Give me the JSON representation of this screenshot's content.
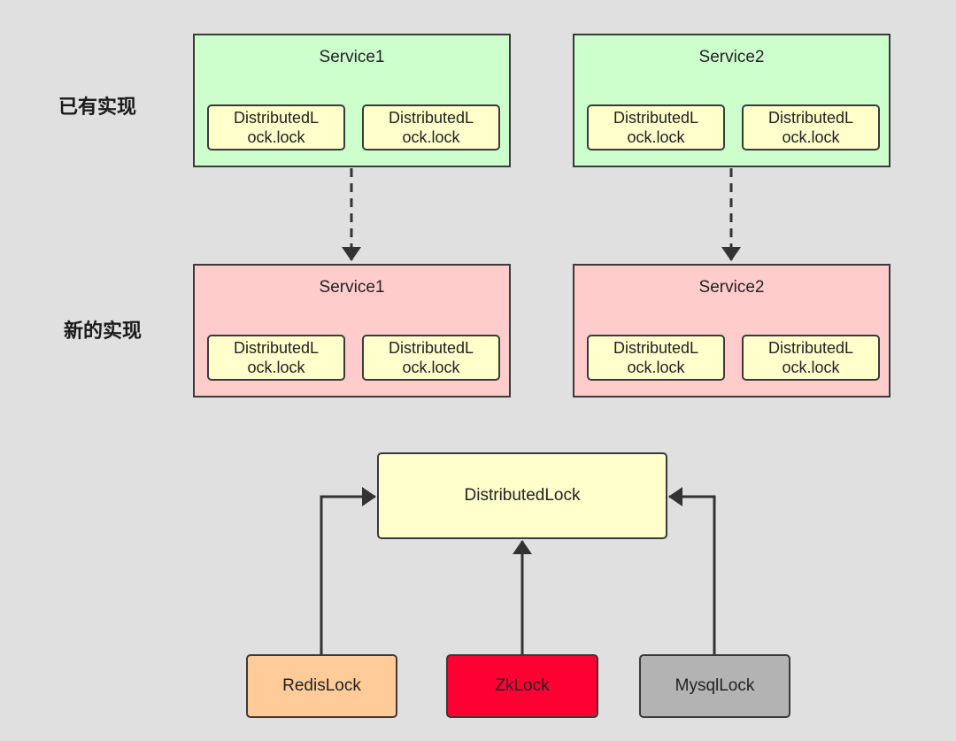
{
  "labels": {
    "existing": "已有实现",
    "new": "新的实现"
  },
  "existing": {
    "service1": {
      "title": "Service1",
      "locks": [
        [
          "DistributedL",
          "ock.lock"
        ],
        [
          "DistributedL",
          "ock.lock"
        ]
      ]
    },
    "service2": {
      "title": "Service2",
      "locks": [
        [
          "DistributedL",
          "ock.lock"
        ],
        [
          "DistributedL",
          "ock.lock"
        ]
      ]
    }
  },
  "new": {
    "service1": {
      "title": "Service1",
      "locks": [
        [
          "DistributedL",
          "ock.lock"
        ],
        [
          "DistributedL",
          "ock.lock"
        ]
      ]
    },
    "service2": {
      "title": "Service2",
      "locks": [
        [
          "DistributedL",
          "ock.lock"
        ],
        [
          "DistributedL",
          "ock.lock"
        ]
      ]
    }
  },
  "interface": {
    "label": "DistributedLock"
  },
  "implementations": [
    {
      "label": "RedisLock",
      "color": "#ffcc99"
    },
    {
      "label": "ZkLock",
      "color": "#ff0033"
    },
    {
      "label": "MysqlLock",
      "color": "#b3b3b3"
    }
  ],
  "colors": {
    "background": "#e0e0e0",
    "existing_fill": "#ccffcc",
    "new_fill": "#ffcccc",
    "lock_fill": "#ffffcc",
    "stroke": "#3a3a3a"
  }
}
